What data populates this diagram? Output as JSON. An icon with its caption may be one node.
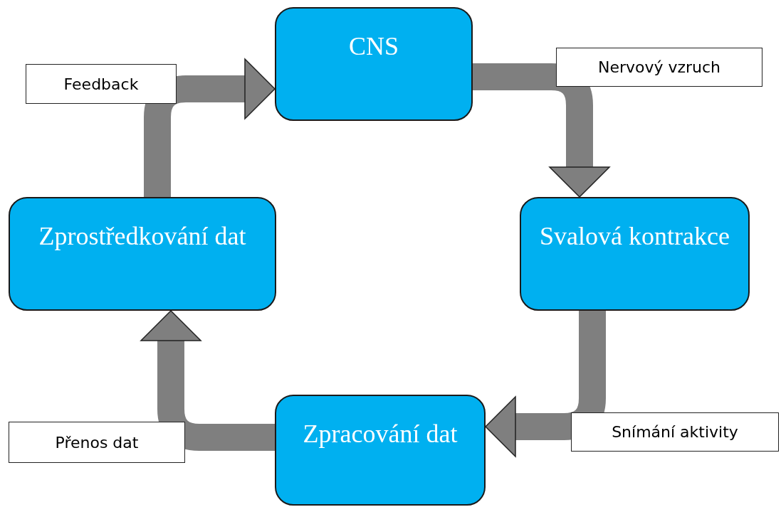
{
  "diagram": {
    "nodes": [
      {
        "text": [
          "CNS"
        ]
      },
      {
        "text": [
          "Svalová kontrakce"
        ]
      },
      {
        "text": [
          "Zpracování dat"
        ]
      },
      {
        "text": [
          "Zprostředkování dat"
        ]
      }
    ],
    "edges": [
      {
        "from": 3,
        "to": 0,
        "arrow": "to",
        "label": "Feedback"
      },
      {
        "from": 0,
        "to": 1,
        "arrow": "to",
        "label": "Nervový vzruch"
      },
      {
        "from": 1,
        "to": 2,
        "arrow": "to",
        "label": "Snímání aktivity"
      },
      {
        "from": 2,
        "to": 3,
        "arrow": "to",
        "label": "Přenos dat"
      }
    ]
  }
}
